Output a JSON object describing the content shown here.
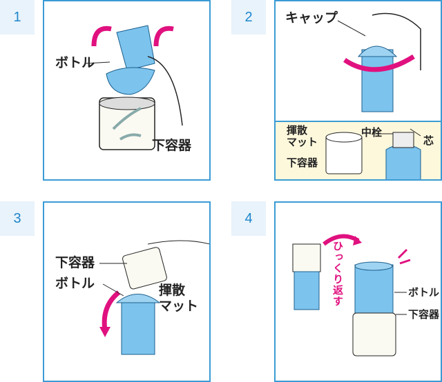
{
  "steps": [
    {
      "number": "1",
      "labels": {
        "bottle": "ボトル",
        "lower_container": "下容器"
      }
    },
    {
      "number": "2",
      "labels": {
        "cap": "キャップ",
        "diffuser_mat_1": "揮散",
        "diffuser_mat_2": "マット",
        "lower_container": "下容器",
        "inner_plug": "中栓",
        "wick": "芯"
      }
    },
    {
      "number": "3",
      "labels": {
        "lower_container": "下容器",
        "bottle": "ボトル",
        "diffuser_mat_1": "揮散",
        "diffuser_mat_2": "マット"
      }
    },
    {
      "number": "4",
      "labels": {
        "flip": "ひっくり返す",
        "bottle": "ボトル",
        "lower_container": "下容器"
      }
    }
  ],
  "colors": {
    "frame": "#3a9bd5",
    "number": "#1e86cc",
    "number_bg": "#e8f3fb",
    "arrow": "#e0117f",
    "bottle": "#7cc3ee",
    "inset_bg": "#fdf8dc"
  }
}
